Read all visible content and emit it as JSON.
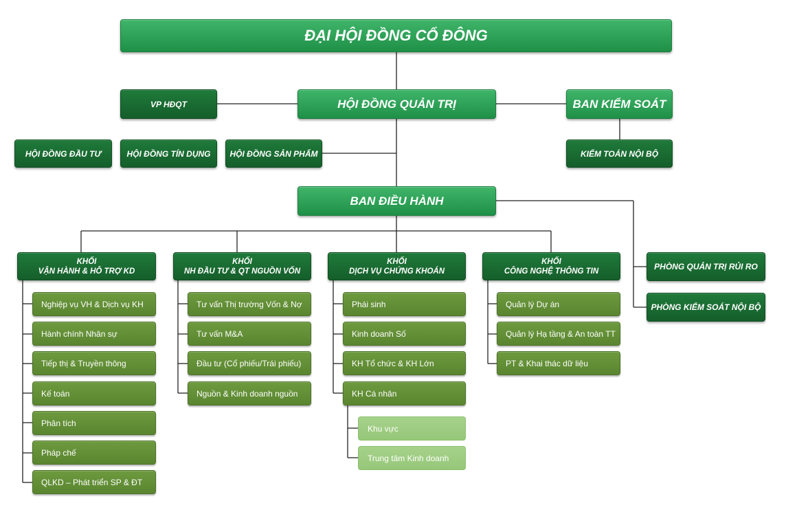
{
  "top": "ĐẠI HỘI ĐỒNG CỔ ĐÔNG",
  "vp_hdqt": "VP HĐQT",
  "board": "HỘI ĐỒNG QUẢN TRỊ",
  "supervisory": "BAN KIỂM SOÁT",
  "committees": [
    "HỘI ĐỒNG ĐẦU TƯ",
    "HỘI ĐỒNG TÍN DỤNG",
    "HỘI ĐỒNG SẢN PHẨM"
  ],
  "internal_audit": "KIỂM TOÁN NỘI BỘ",
  "management": "BAN ĐIỀU HÀNH",
  "risk": "PHÒNG QUẢN TRỊ RỦI RO",
  "internal_control": "PHÒNG KIỂM SOÁT NỘI BỘ",
  "blocks": [
    {
      "line1": "KHỐI",
      "line2": "VẬN HÀNH & HỖ TRỢ KD",
      "items": [
        "Nghiệp vụ VH & Dịch vụ KH",
        "Hành chính Nhân sự",
        "Tiếp thị & Truyền thông",
        "Kế toán",
        "Phân tích",
        "Pháp chế",
        "QLKD – Phát triển SP & ĐT"
      ]
    },
    {
      "line1": "KHỐI",
      "line2": "NH ĐẦU TƯ & QT NGUỒN VỐN",
      "items": [
        "Tư vấn Thị trường Vốn & Nợ",
        "Tư vấn M&A",
        "Đầu tư (Cổ phiếu/Trái phiếu)",
        "Nguồn & Kinh doanh nguồn"
      ]
    },
    {
      "line1": "KHỐI",
      "line2": "DỊCH VỤ CHỨNG KHOÁN",
      "items": [
        "Phái sinh",
        "Kinh doanh Số",
        "KH Tổ chức & KH Lớn",
        "KH Cá nhân"
      ],
      "sub_items": [
        "Khu vực",
        "Trung tâm Kinh doanh"
      ]
    },
    {
      "line1": "KHỐI",
      "line2": "CÔNG NGHỆ THÔNG TIN",
      "items": [
        "Quản lý Dự án",
        "Quản lý Hạ tầng & An toàn TT",
        "PT & Khai thác dữ liệu"
      ]
    }
  ],
  "colors": {
    "primary_green": "#1f9047",
    "dark_green": "#155e2b",
    "olive_green": "#5a8530",
    "light_green": "#96c779",
    "connector": "#222222"
  }
}
